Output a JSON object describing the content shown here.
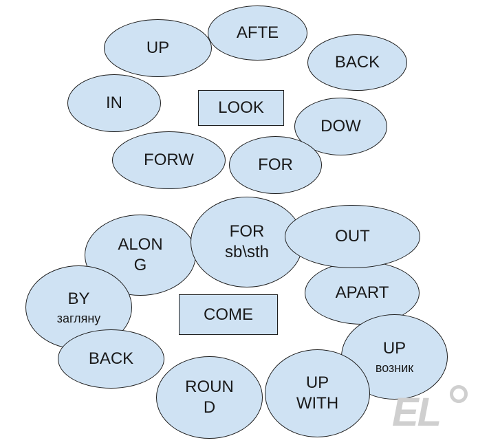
{
  "look": {
    "center": "LOOK",
    "items": [
      "UP",
      "AFTE",
      "BACK",
      "IN",
      "DOW",
      "FORW",
      "FOR"
    ]
  },
  "come": {
    "center": "COME",
    "along": [
      "ALON",
      "G"
    ],
    "for": [
      "FOR",
      "sb\\sth"
    ],
    "out": "OUT",
    "by": [
      "BY",
      "загляну"
    ],
    "apart": "APART",
    "up_vozn": [
      "UP",
      "возник"
    ],
    "back": "BACK",
    "round": [
      "ROUN",
      "D"
    ],
    "up_with": [
      "UP",
      "WITH"
    ]
  },
  "logo": {
    "text": "EL"
  }
}
